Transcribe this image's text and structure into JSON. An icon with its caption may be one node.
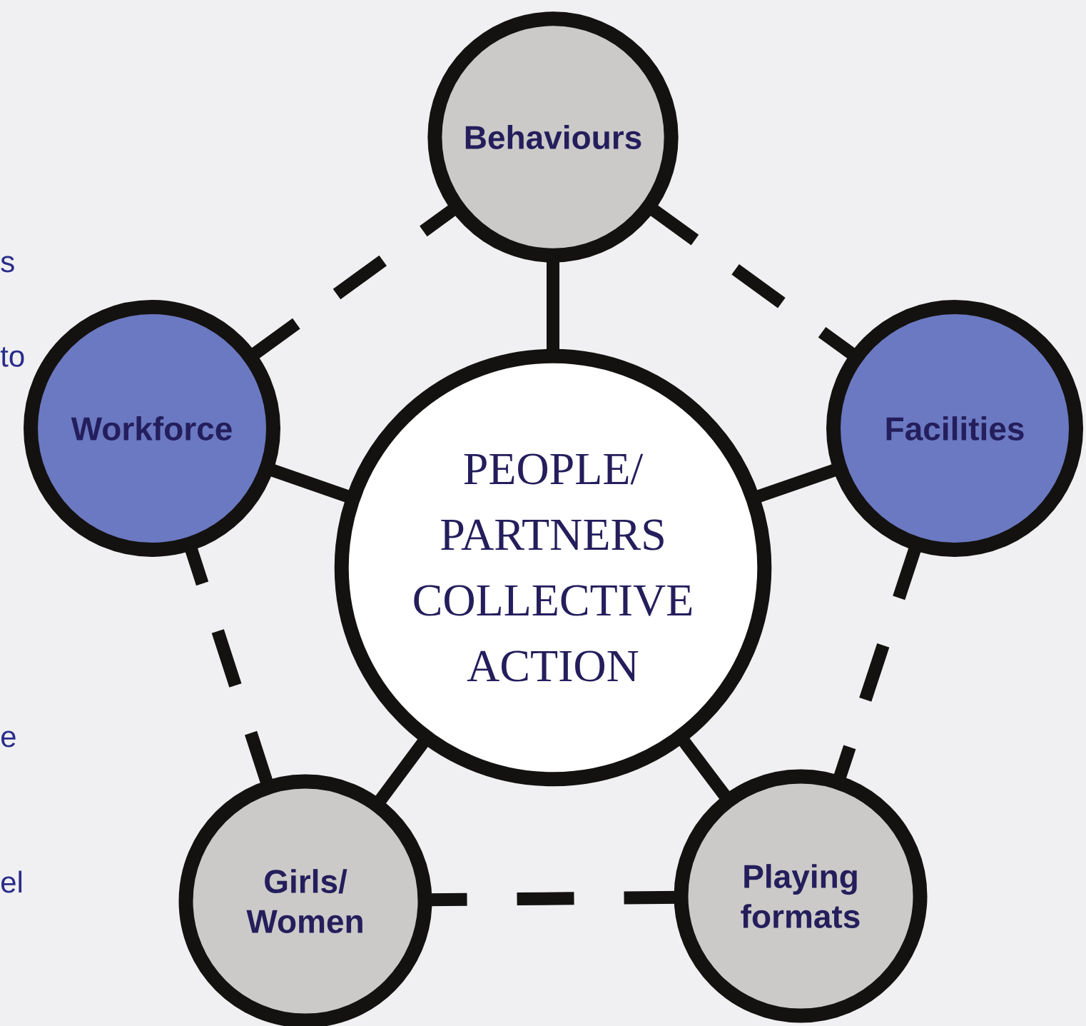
{
  "diagram": {
    "nodes": [
      {
        "text": [
          "Behaviours"
        ]
      },
      {
        "text": [
          "Workforce"
        ]
      },
      {
        "text": [
          "PEOPLE/ PARTNERS COLLECTIVE ACTION"
        ]
      },
      {
        "text": [
          "Facilities"
        ]
      },
      {
        "text": [
          "Girls/ Women"
        ]
      },
      {
        "text": [
          "Playing formats"
        ]
      }
    ],
    "edges": [
      {
        "from": 2,
        "to": 0,
        "arrow": "none"
      },
      {
        "from": 2,
        "to": 1,
        "arrow": "none"
      },
      {
        "from": 2,
        "to": 3,
        "arrow": "none"
      },
      {
        "from": 2,
        "to": 4,
        "arrow": "none"
      },
      {
        "from": 2,
        "to": 5,
        "arrow": "none"
      },
      {
        "from": 0,
        "to": 3,
        "arrow": "none",
        "style": "dashed"
      },
      {
        "from": 3,
        "to": 5,
        "arrow": "none",
        "style": "dashed"
      },
      {
        "from": 5,
        "to": 4,
        "arrow": "none",
        "style": "dashed"
      },
      {
        "from": 4,
        "to": 1,
        "arrow": "none",
        "style": "dashed"
      },
      {
        "from": 1,
        "to": 0,
        "arrow": "none",
        "style": "dashed"
      }
    ],
    "labels": [
      "s",
      "to",
      "e",
      "el"
    ]
  }
}
